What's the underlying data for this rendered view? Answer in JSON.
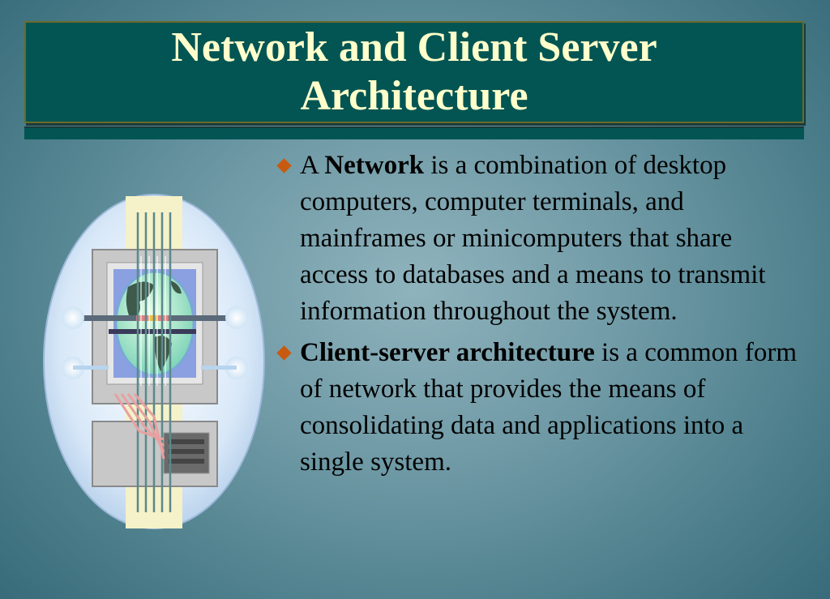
{
  "slide": {
    "title_line1": "Network and Client Server",
    "title_line2": "Architecture"
  },
  "bullets": [
    {
      "lead": "A ",
      "term": "Network",
      "rest": " is a combination of desktop computers, computer terminals, and mainframes or minicomputers that share access to databases and a means to transmit information throughout the system."
    },
    {
      "lead": "",
      "term": "Client-server architecture",
      "rest": " is a common form of network that provides the means of consolidating data and applications into a single system."
    }
  ],
  "colors": {
    "title_bar": "#035553",
    "title_text": "#ffffcc",
    "bullet_marker": "#c85a10",
    "background": "#6f9aa6"
  },
  "icons": {
    "clipart": "network-computer-globe-icon",
    "bullet": "diamond-bullet-icon"
  }
}
